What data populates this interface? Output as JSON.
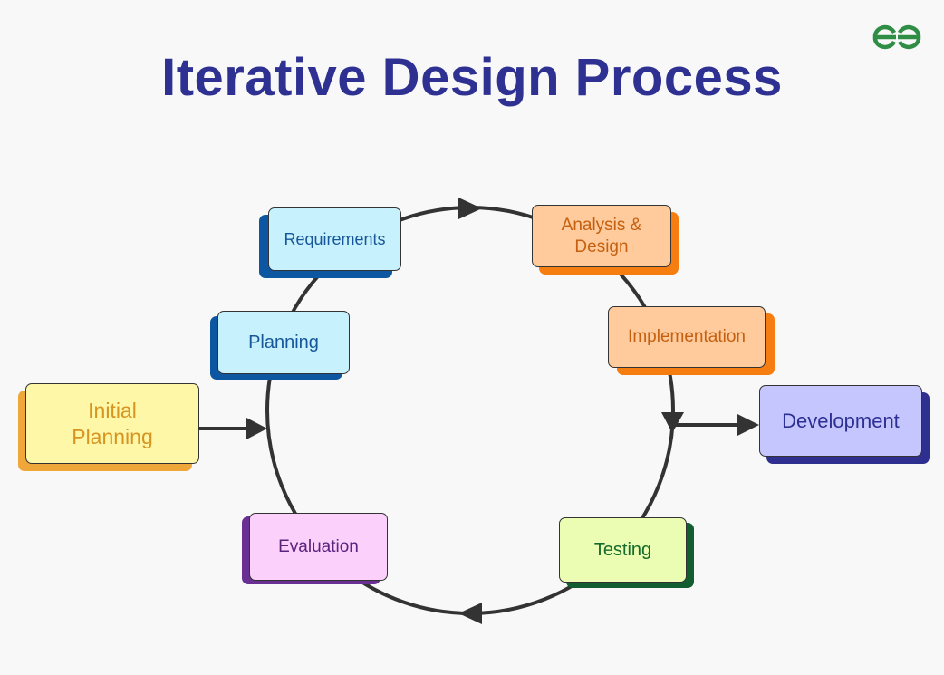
{
  "title": "Iterative Design Process",
  "logo": {
    "icon": "geeksforgeeks-logo",
    "color": "#2f8d46"
  },
  "colors": {
    "title": "#2e3192",
    "cycle": "#333333"
  },
  "nodes": {
    "initial_planning": {
      "label": "Initial Planning",
      "fill": "#fff7a8",
      "shadow": "#f0a73a",
      "text": "#d69421"
    },
    "planning": {
      "label": "Planning",
      "fill": "#c6f1fd",
      "shadow": "#0d56a2",
      "text": "#17569a"
    },
    "requirements": {
      "label": "Requirements",
      "fill": "#c6f1fd",
      "shadow": "#0d56a2",
      "text": "#17569a"
    },
    "analysis_design": {
      "label": "Analysis & Design",
      "fill": "#ffca9c",
      "shadow": "#f67d10",
      "text": "#c4600f"
    },
    "implementation": {
      "label": "Implementation",
      "fill": "#ffca9c",
      "shadow": "#f67d10",
      "text": "#c4600f"
    },
    "development": {
      "label": "Development",
      "fill": "#c5c6fd",
      "shadow": "#2e2f8e",
      "text": "#2d3093"
    },
    "testing": {
      "label": "Testing",
      "fill": "#eafdb2",
      "shadow": "#125e30",
      "text": "#166a2c"
    },
    "evaluation": {
      "label": "Evaluation",
      "fill": "#fbd1fc",
      "shadow": "#6a2f92",
      "text": "#5a237e"
    }
  }
}
